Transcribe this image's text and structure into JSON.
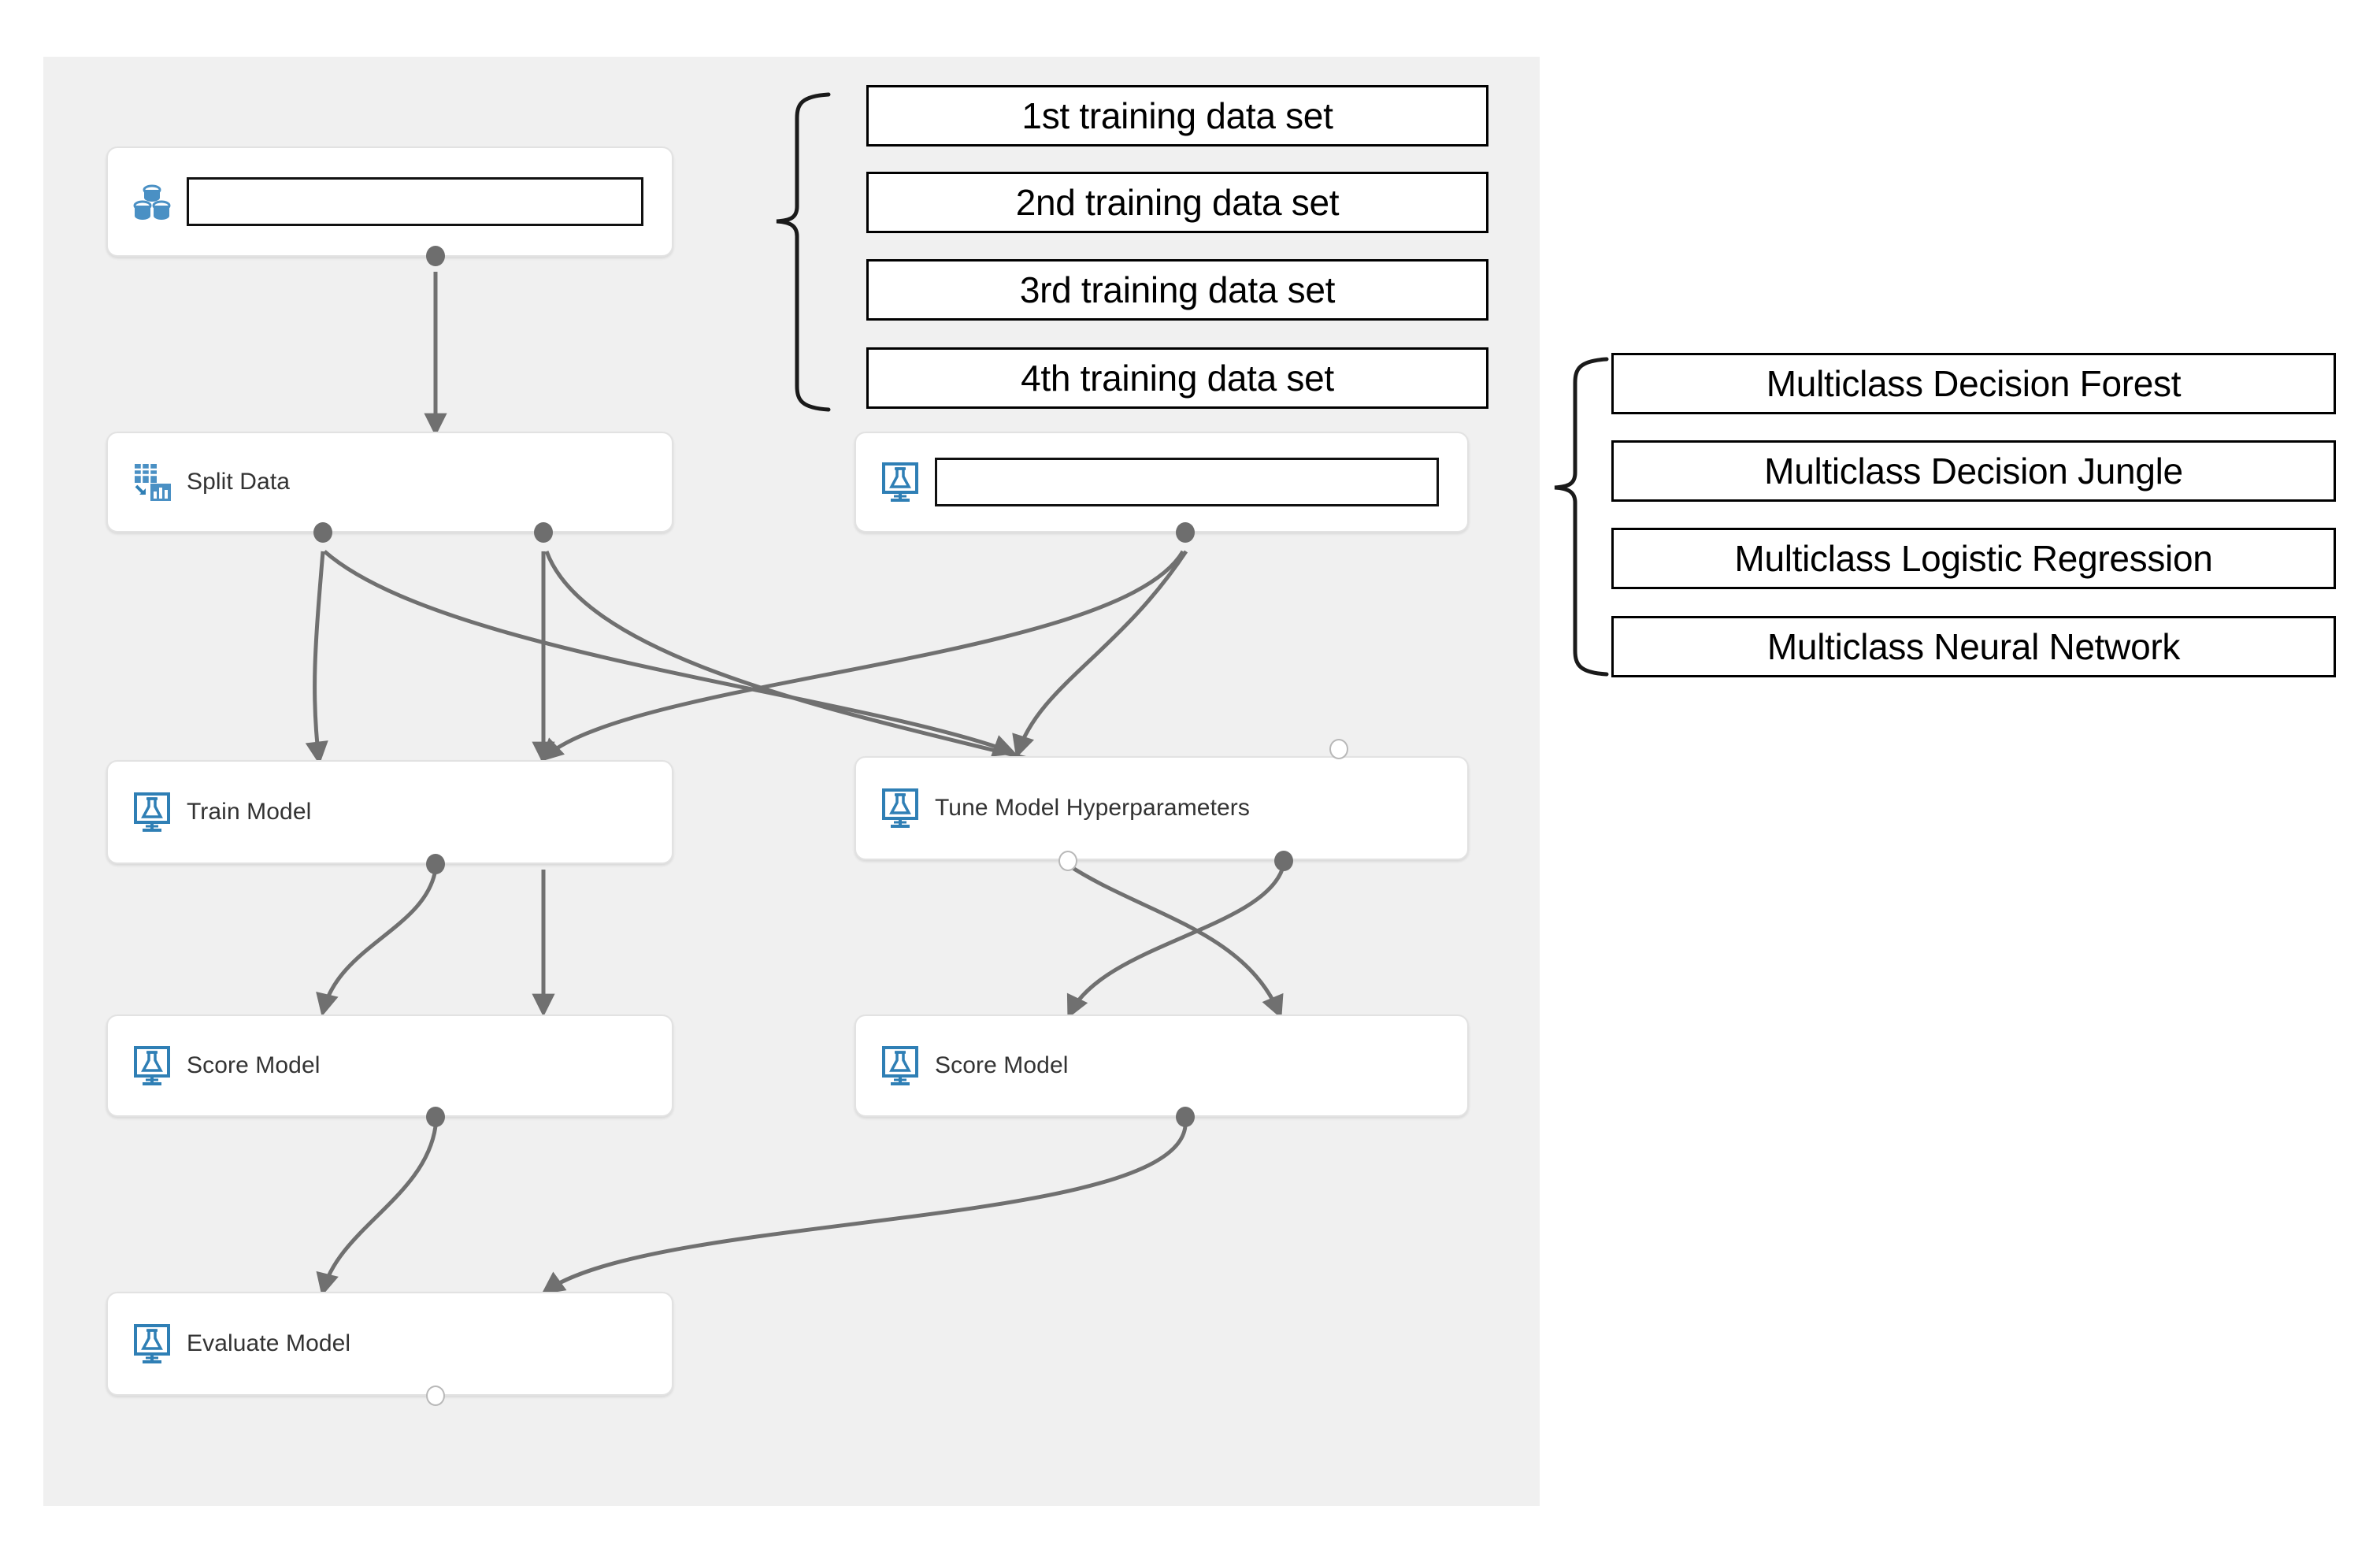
{
  "canvas": {
    "background_color": "#f0f0f0",
    "accent_color": "#4a90c4",
    "port_color": "#6e6e6e"
  },
  "modules": [
    {
      "id": "dataset",
      "label": "",
      "icon": "database-icon",
      "value": "",
      "has_value_box": true
    },
    {
      "id": "split-data",
      "label": "Split Data",
      "icon": "split-data-icon",
      "value": "",
      "has_value_box": false
    },
    {
      "id": "algorithm",
      "label": "",
      "icon": "flask-icon",
      "value": "",
      "has_value_box": true
    },
    {
      "id": "train-model",
      "label": "Train Model",
      "icon": "flask-icon",
      "value": "",
      "has_value_box": false
    },
    {
      "id": "tune-model",
      "label": "Tune Model Hyperparameters",
      "icon": "flask-icon",
      "value": "",
      "has_value_box": false
    },
    {
      "id": "score-model-left",
      "label": "Score Model",
      "icon": "flask-icon",
      "value": "",
      "has_value_box": false
    },
    {
      "id": "score-model-right",
      "label": "Score Model",
      "icon": "flask-icon",
      "value": "",
      "has_value_box": false
    },
    {
      "id": "evaluate-model",
      "label": "Evaluate Model",
      "icon": "flask-icon",
      "value": "",
      "has_value_box": false
    }
  ],
  "dataset_options": [
    "1st training data set",
    "2nd training data set",
    "3rd training data set",
    "4th training data set"
  ],
  "algorithm_options": [
    "Multiclass Decision Forest",
    "Multiclass Decision Jungle",
    "Multiclass Logistic Regression",
    "Multiclass Neural Network"
  ]
}
